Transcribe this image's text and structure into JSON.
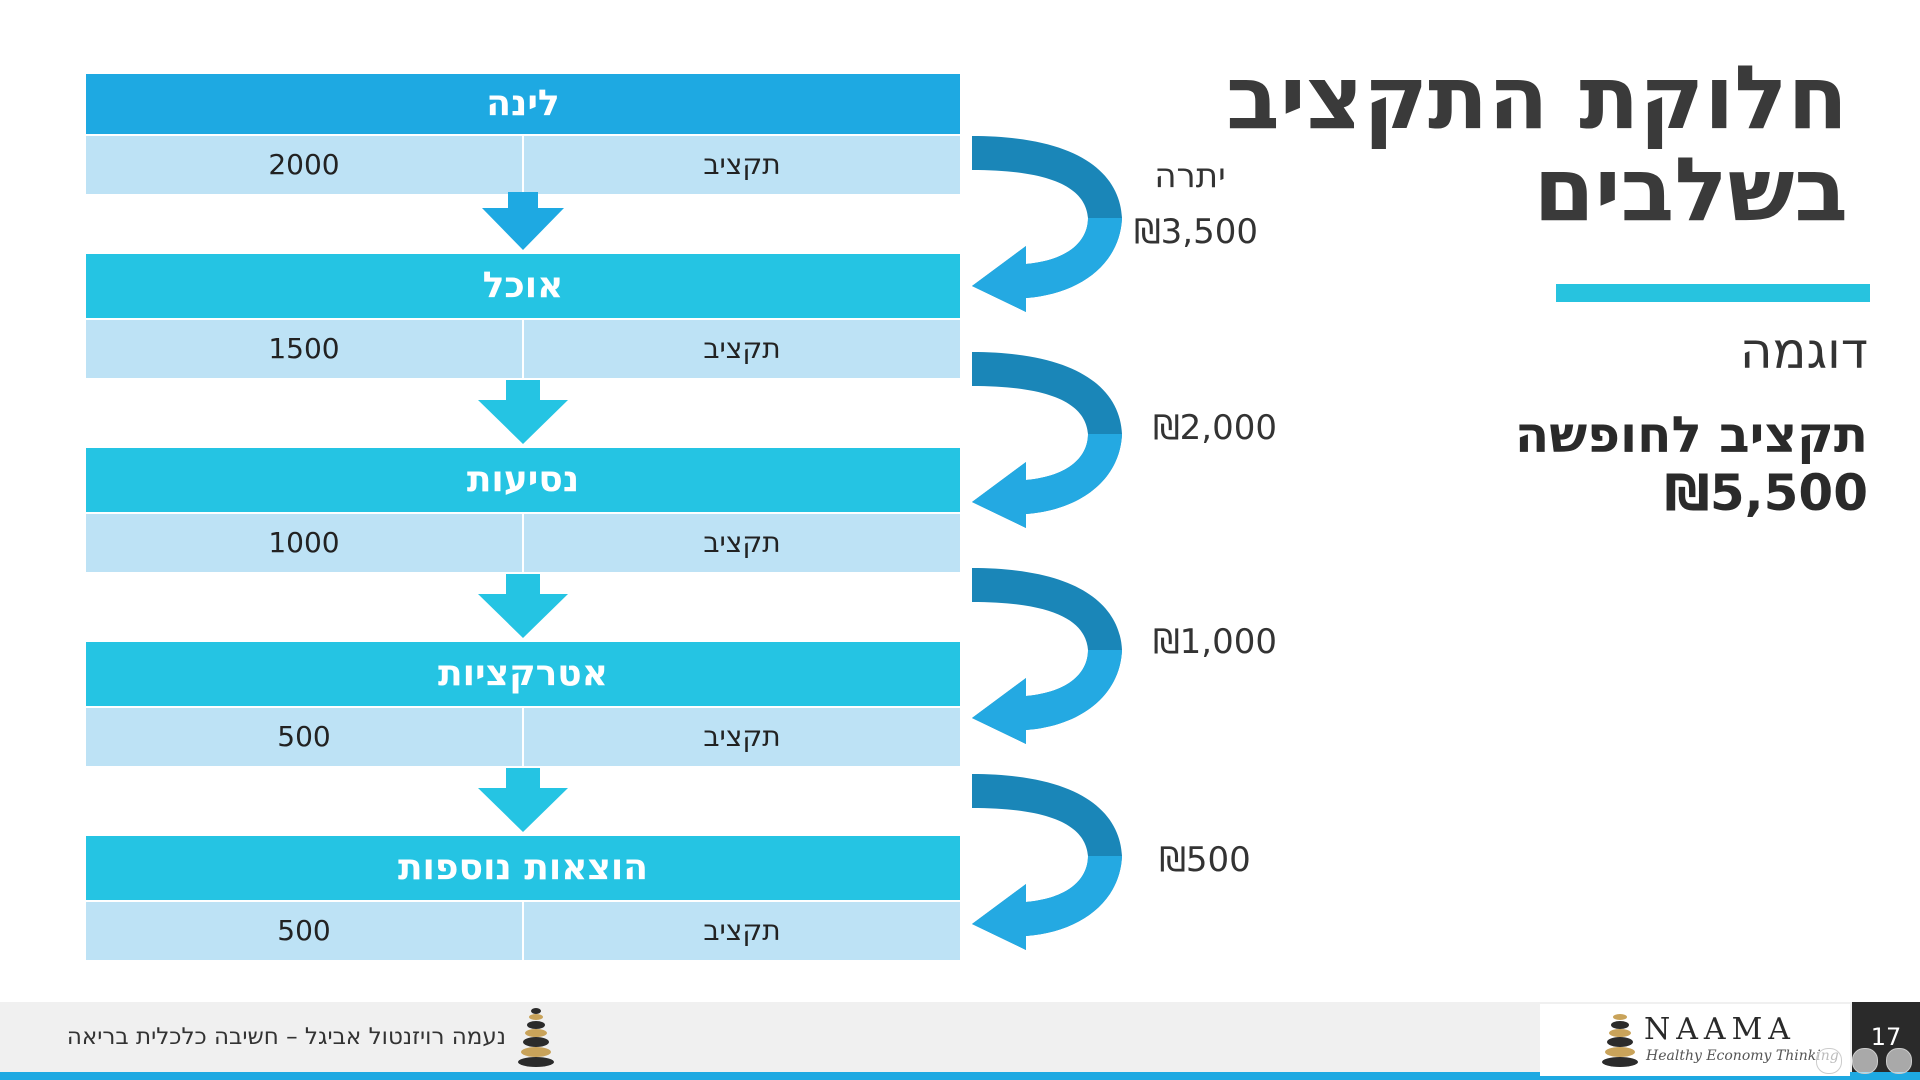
{
  "title": "חלוקת התקציב בשלבים",
  "example_label": "דוגמה",
  "example_title": "תקציב לחופשה ₪5,500",
  "stages": [
    {
      "name": "לינה",
      "label": "תקציב",
      "amount": "2000"
    },
    {
      "name": "אוכל",
      "label": "תקציב",
      "amount": "1500"
    },
    {
      "name": "נסיעות",
      "label": "תקציב",
      "amount": "1000"
    },
    {
      "name": "אטרקציות",
      "label": "תקציב",
      "amount": "500"
    },
    {
      "name": "הוצאות נוספות",
      "label": "תקציב",
      "amount": "500"
    }
  ],
  "remaining": [
    {
      "label": "יתרה",
      "value": "₪3,500"
    },
    {
      "label": "",
      "value": "₪2,000"
    },
    {
      "label": "",
      "value": "₪1,000"
    },
    {
      "label": "",
      "value": "₪500"
    }
  ],
  "footer": {
    "author": "נעמה רויזנטול אביגל – חשיבה כלכלית בריאה",
    "logo_name": "NAAMA",
    "logo_tagline": "Healthy Economy Thinking",
    "page_number": "17"
  },
  "colors": {
    "accent": "#27c3df",
    "stage_header": "#25c4e3",
    "stage_header_first": "#1ea9e2",
    "stage_row": "#bde2f5",
    "curve_dark": "#1a86b8",
    "curve_light": "#24a9e2"
  }
}
